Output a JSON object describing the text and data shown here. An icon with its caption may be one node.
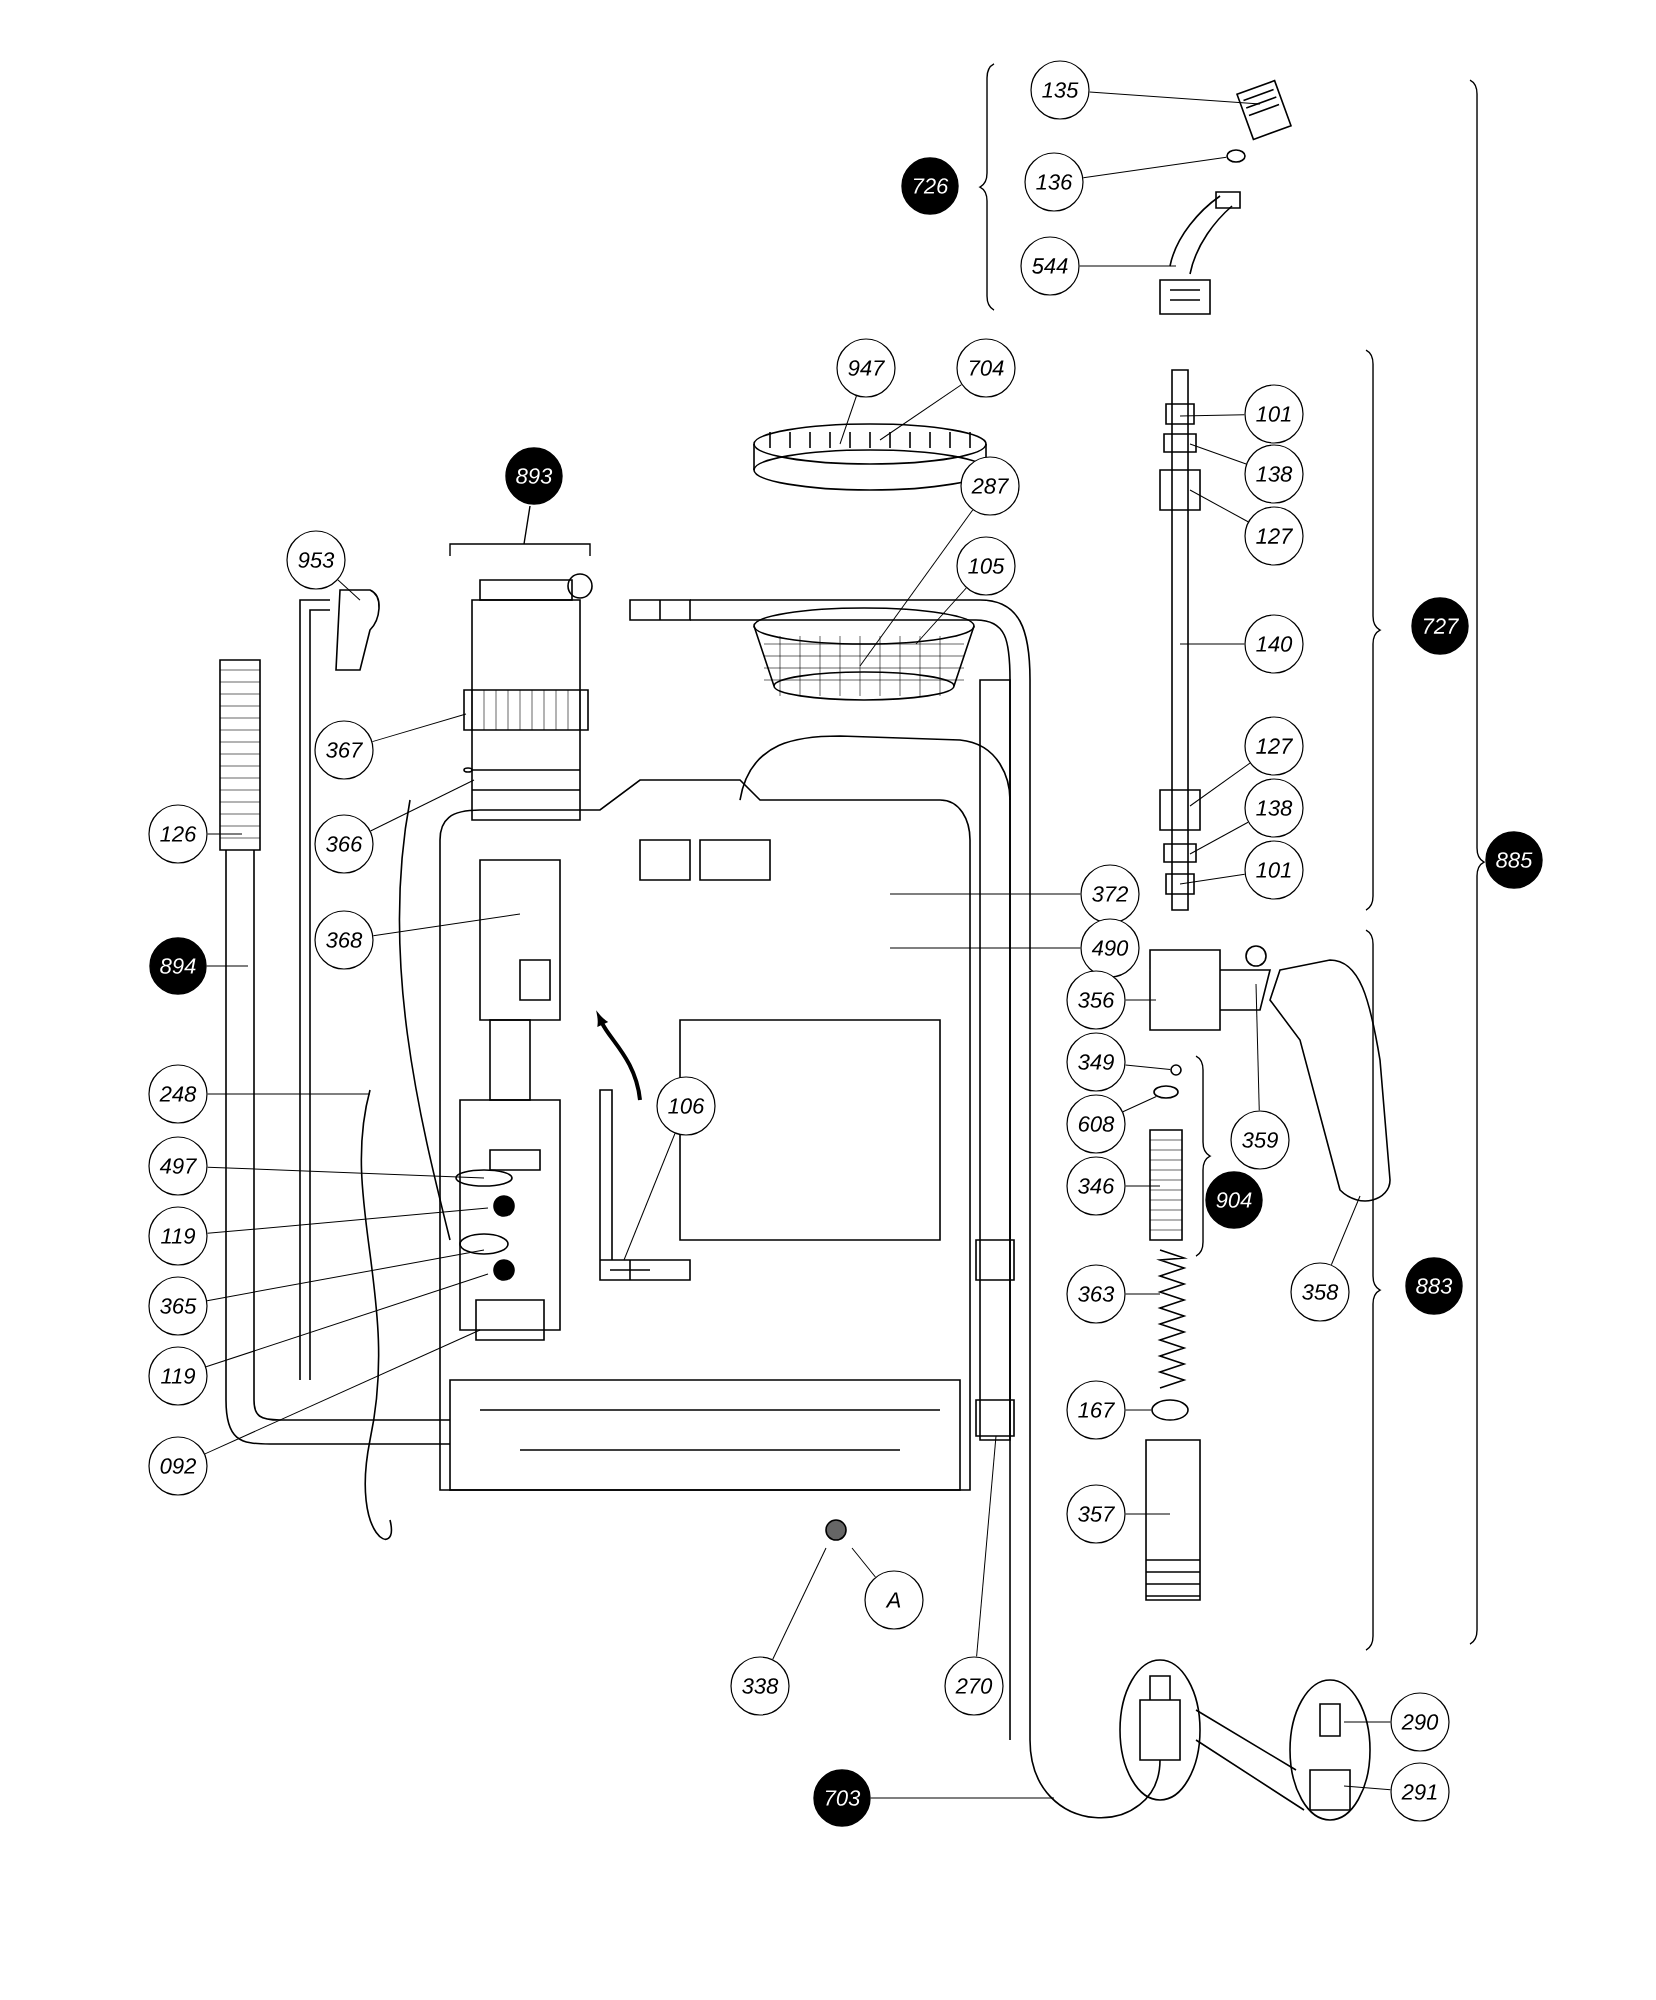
{
  "diagram": {
    "nodes": [
      {
        "text": [
          "135"
        ]
      },
      {
        "text": [
          "136"
        ]
      },
      {
        "text": [
          "544"
        ]
      },
      {
        "text": [
          "726"
        ]
      },
      {
        "text": [
          "947"
        ]
      },
      {
        "text": [
          "704"
        ]
      },
      {
        "text": [
          "287"
        ]
      },
      {
        "text": [
          "105"
        ]
      },
      {
        "text": [
          "101"
        ]
      },
      {
        "text": [
          "138"
        ]
      },
      {
        "text": [
          "127"
        ]
      },
      {
        "text": [
          "140"
        ]
      },
      {
        "text": [
          "127"
        ]
      },
      {
        "text": [
          "138"
        ]
      },
      {
        "text": [
          "101"
        ]
      },
      {
        "text": [
          "727"
        ]
      },
      {
        "text": [
          "885"
        ]
      },
      {
        "text": [
          "372"
        ]
      },
      {
        "text": [
          "490"
        ]
      },
      {
        "text": [
          "356"
        ]
      },
      {
        "text": [
          "349"
        ]
      },
      {
        "text": [
          "608"
        ]
      },
      {
        "text": [
          "359"
        ]
      },
      {
        "text": [
          "346"
        ]
      },
      {
        "text": [
          "904"
        ]
      },
      {
        "text": [
          "358"
        ]
      },
      {
        "text": [
          "363"
        ]
      },
      {
        "text": [
          "883"
        ]
      },
      {
        "text": [
          "167"
        ]
      },
      {
        "text": [
          "357"
        ]
      },
      {
        "text": [
          "290"
        ]
      },
      {
        "text": [
          "291"
        ]
      },
      {
        "text": [
          "703"
        ]
      },
      {
        "text": [
          "270"
        ]
      },
      {
        "text": [
          "A"
        ]
      },
      {
        "text": [
          "338"
        ]
      },
      {
        "text": [
          "893"
        ]
      },
      {
        "text": [
          "953"
        ]
      },
      {
        "text": [
          "367"
        ]
      },
      {
        "text": [
          "366"
        ]
      },
      {
        "text": [
          "126"
        ]
      },
      {
        "text": [
          "368"
        ]
      },
      {
        "text": [
          "894"
        ]
      },
      {
        "text": [
          "248"
        ]
      },
      {
        "text": [
          "106"
        ]
      },
      {
        "text": [
          "497"
        ]
      },
      {
        "text": [
          "119"
        ]
      },
      {
        "text": [
          "365"
        ]
      },
      {
        "text": [
          "119"
        ]
      },
      {
        "text": [
          "092"
        ]
      },
      {
        "text": [],
        "shape": "circle"
      },
      {
        "text": [],
        "shape": "circle"
      },
      {
        "text": [],
        "shape": "circle"
      },
      {
        "text": [],
        "shape": "circle"
      }
    ],
    "edges": [
      {
        "from": 0,
        "to": null,
        "arrow": "none"
      },
      {
        "from": 1,
        "to": 50,
        "arrow": "none"
      },
      {
        "from": 2,
        "to": null,
        "arrow": "none"
      },
      {
        "from": 4,
        "to": null,
        "arrow": "none"
      },
      {
        "from": 5,
        "to": null,
        "arrow": "none"
      },
      {
        "from": 6,
        "to": null,
        "arrow": "none"
      },
      {
        "from": 7,
        "to": null,
        "arrow": "none"
      },
      {
        "from": 8,
        "to": null,
        "arrow": "none"
      },
      {
        "from": 9,
        "to": null,
        "arrow": "none"
      },
      {
        "from": 10,
        "to": null,
        "arrow": "none"
      },
      {
        "from": 11,
        "to": null,
        "arrow": "none"
      },
      {
        "from": 12,
        "to": null,
        "arrow": "none"
      },
      {
        "from": 13,
        "to": null,
        "arrow": "none"
      },
      {
        "from": 14,
        "to": null,
        "arrow": "none"
      },
      {
        "from": 17,
        "to": null,
        "arrow": "none"
      },
      {
        "from": 18,
        "to": null,
        "arrow": "none"
      },
      {
        "from": 19,
        "to": null,
        "arrow": "none"
      },
      {
        "from": 20,
        "to": 51,
        "arrow": "none"
      },
      {
        "from": 21,
        "to": 52,
        "arrow": "none"
      },
      {
        "from": 22,
        "to": null,
        "arrow": "none"
      },
      {
        "from": 23,
        "to": null,
        "arrow": "none"
      },
      {
        "from": 25,
        "to": null,
        "arrow": "none"
      },
      {
        "from": 26,
        "to": null,
        "arrow": "none"
      },
      {
        "from": 28,
        "to": 53,
        "arrow": "none"
      },
      {
        "from": 29,
        "to": null,
        "arrow": "none"
      },
      {
        "from": 30,
        "to": null,
        "arrow": "none"
      },
      {
        "from": 31,
        "to": null,
        "arrow": "none"
      },
      {
        "from": 32,
        "to": null,
        "arrow": "none"
      },
      {
        "from": 33,
        "to": null,
        "arrow": "none"
      },
      {
        "from": 34,
        "to": null,
        "arrow": "none"
      },
      {
        "from": 35,
        "to": null,
        "arrow": "none"
      },
      {
        "from": 37,
        "to": null,
        "arrow": "none"
      },
      {
        "from": 38,
        "to": null,
        "arrow": "none"
      },
      {
        "from": 39,
        "to": null,
        "arrow": "none"
      },
      {
        "from": 40,
        "to": null,
        "arrow": "none"
      },
      {
        "from": 41,
        "to": null,
        "arrow": "none"
      },
      {
        "from": 42,
        "to": null,
        "arrow": "none"
      },
      {
        "from": 43,
        "to": null,
        "arrow": "none"
      },
      {
        "from": 44,
        "to": null,
        "arrow": "none"
      },
      {
        "from": 45,
        "to": null,
        "arrow": "none"
      },
      {
        "from": 46,
        "to": null,
        "arrow": "none"
      },
      {
        "from": 47,
        "to": null,
        "arrow": "none"
      },
      {
        "from": 48,
        "to": null,
        "arrow": "none"
      },
      {
        "from": 49,
        "to": null,
        "arrow": "none"
      }
    ]
  }
}
